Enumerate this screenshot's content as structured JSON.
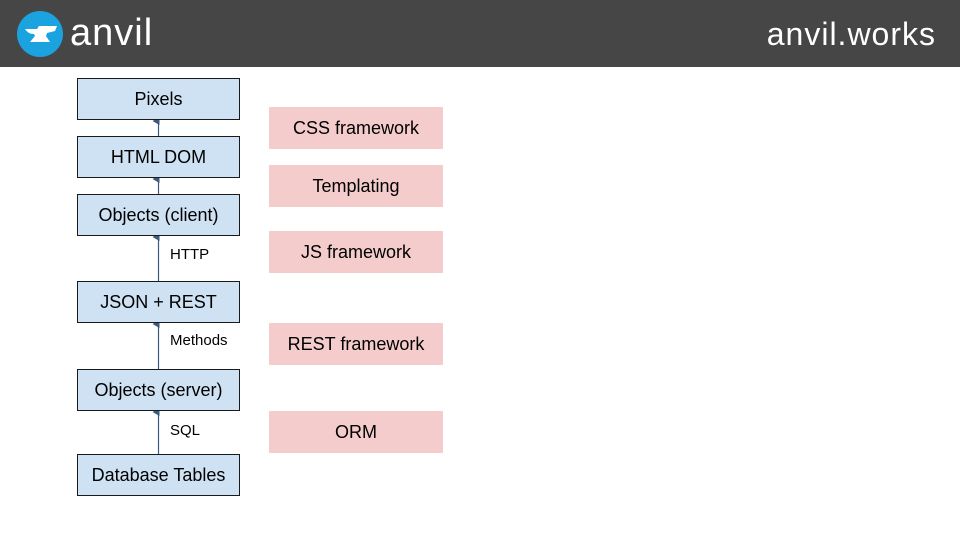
{
  "header": {
    "logo_text": "anvil",
    "site_text": "anvil.works",
    "colors": {
      "bar": "#464646",
      "logo_circle": "#1ba3e0"
    }
  },
  "stack": [
    "Pixels",
    "HTML DOM",
    "Objects (client)",
    "JSON + REST",
    "Objects (server)",
    "Database Tables"
  ],
  "connectors": {
    "http": "HTTP",
    "methods": "Methods",
    "sql": "SQL"
  },
  "frameworks": [
    "CSS framework",
    "Templating",
    "JS framework",
    "REST framework",
    "ORM"
  ],
  "colors": {
    "stack_fill": "#cfe2f3",
    "framework_fill": "#f4cccc",
    "arrow": "#3c5a7c"
  }
}
